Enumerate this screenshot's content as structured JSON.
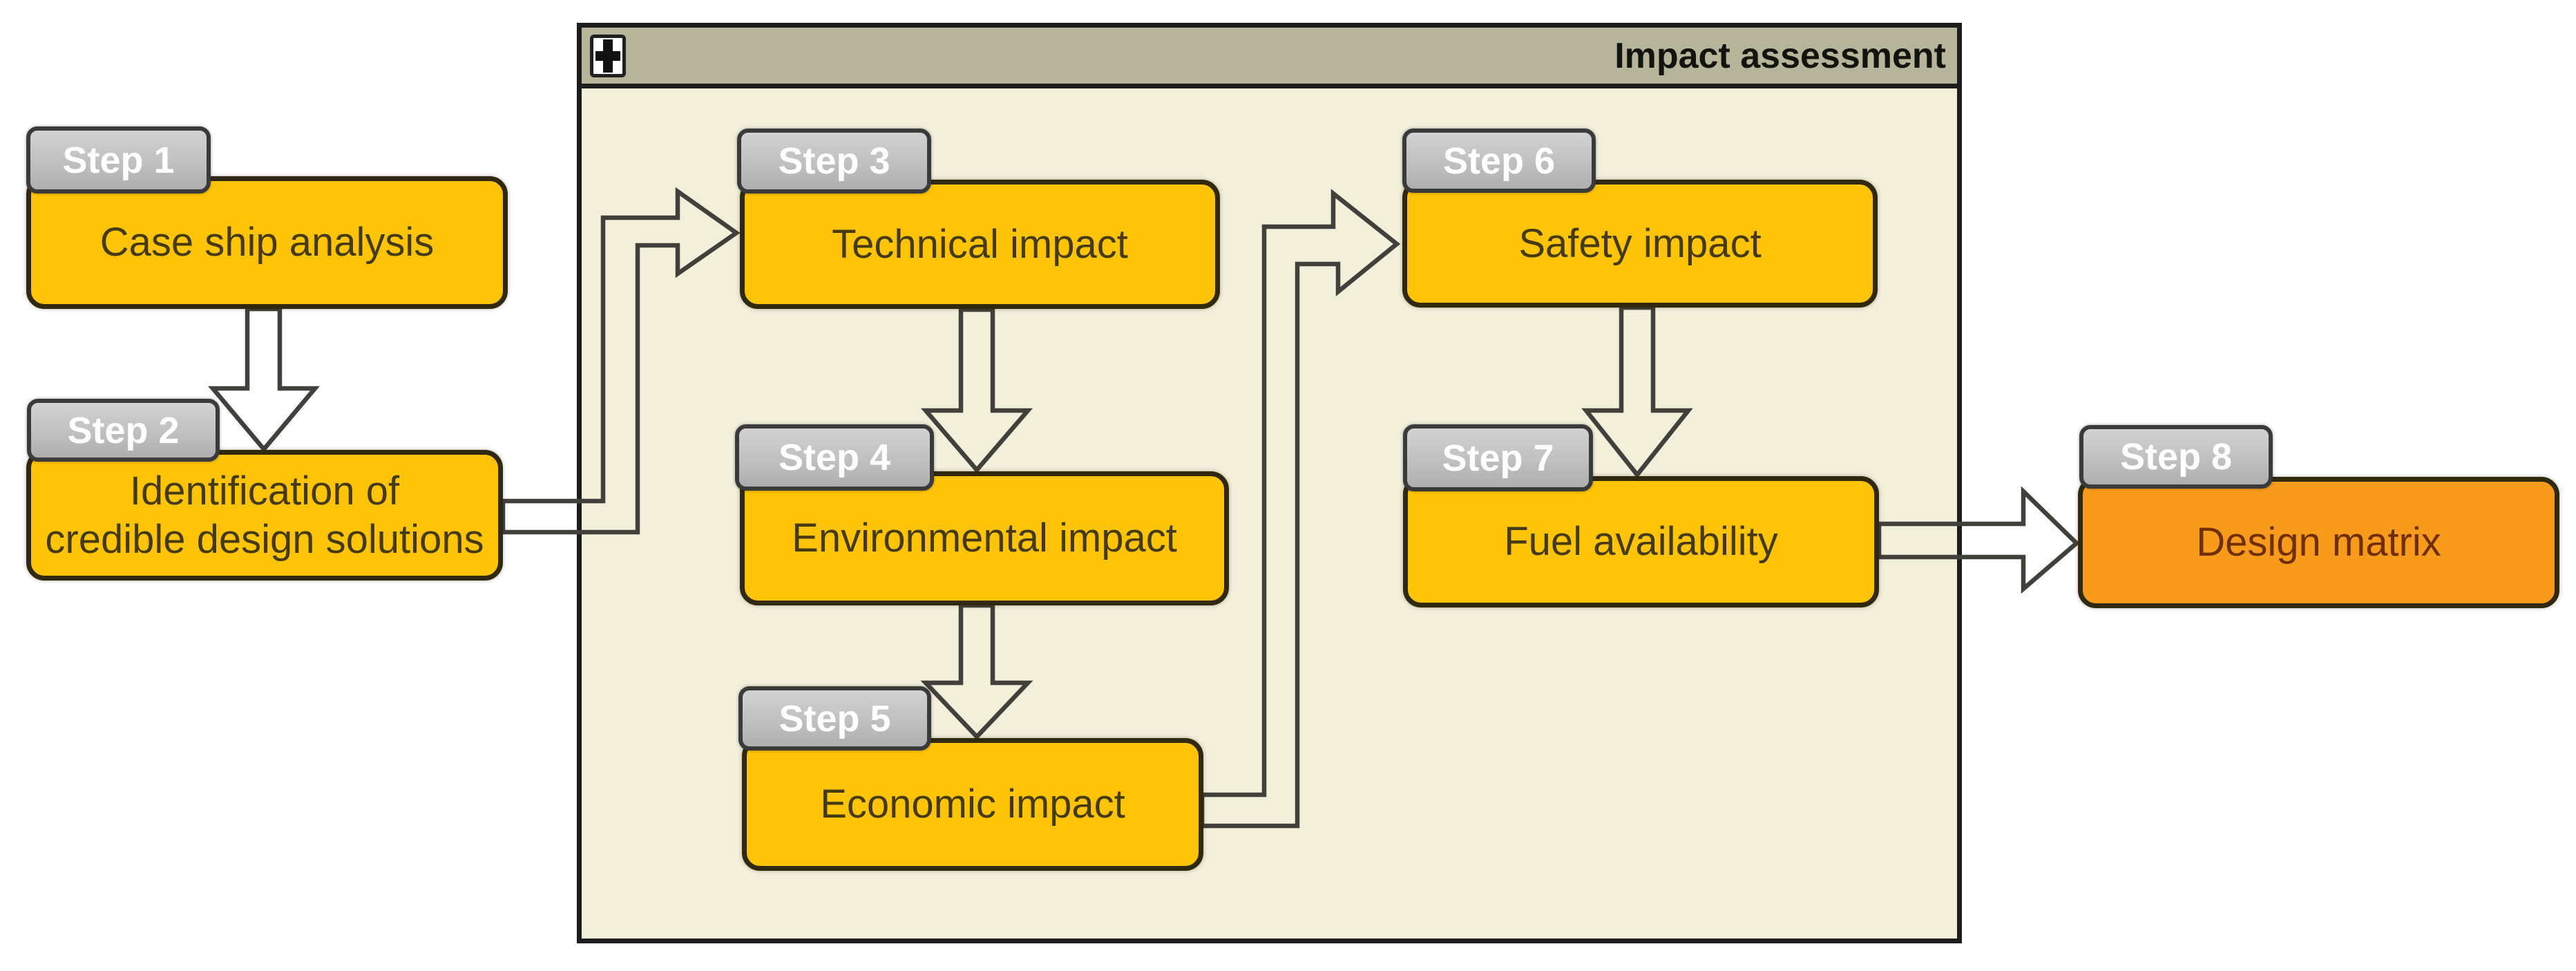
{
  "panel": {
    "title": "Impact assessment",
    "expand_icon": "plus-icon",
    "title_bar_color": "#b6b59c",
    "body_color": "#f2efdb",
    "border_color": "#1d1d1d"
  },
  "steps": [
    {
      "tag": "Step 1",
      "label": "Case ship analysis",
      "fill": "#ffc407",
      "text_color": "#463a10",
      "inside_panel": false
    },
    {
      "tag": "Step 2",
      "label": "Identification of\ncredible design solutions",
      "fill": "#ffc407",
      "text_color": "#463a10",
      "inside_panel": false
    },
    {
      "tag": "Step 3",
      "label": "Technical impact",
      "fill": "#ffc407",
      "text_color": "#463a10",
      "inside_panel": true
    },
    {
      "tag": "Step 4",
      "label": "Environmental impact",
      "fill": "#ffc407",
      "text_color": "#463a10",
      "inside_panel": true
    },
    {
      "tag": "Step 5",
      "label": "Economic impact",
      "fill": "#ffc407",
      "text_color": "#463a10",
      "inside_panel": true
    },
    {
      "tag": "Step 6",
      "label": "Safety impact",
      "fill": "#ffc407",
      "text_color": "#463a10",
      "inside_panel": true
    },
    {
      "tag": "Step 7",
      "label": "Fuel availability",
      "fill": "#ffc407",
      "text_color": "#463a10",
      "inside_panel": true
    },
    {
      "tag": "Step 8",
      "label": "Design matrix",
      "fill": "#f89b1d",
      "text_color": "#702f05",
      "inside_panel": false
    }
  ],
  "connectors": [
    {
      "from": "Step 1",
      "to": "Step 2",
      "shape": "block-arrow-down"
    },
    {
      "from": "Step 2",
      "to": "Step 3",
      "shape": "block-arrow-right-up-right"
    },
    {
      "from": "Step 3",
      "to": "Step 4",
      "shape": "block-arrow-down"
    },
    {
      "from": "Step 4",
      "to": "Step 5",
      "shape": "block-arrow-down"
    },
    {
      "from": "Step 5",
      "to": "Step 6",
      "shape": "block-arrow-right-up-right"
    },
    {
      "from": "Step 6",
      "to": "Step 7",
      "shape": "block-arrow-down"
    },
    {
      "from": "Step 7",
      "to": "Step 8",
      "shape": "block-arrow-right"
    }
  ],
  "colors": {
    "step_fill_yellow": "#ffc407",
    "step_fill_orange": "#f89b1d",
    "step_border": "#30290f",
    "step_text": "#463a10",
    "step8_text": "#702f05",
    "tab_fill": "#c2c2c2",
    "tab_border": "#3a3a3a",
    "tab_text": "#ffffff",
    "connector_stroke": "#42403a"
  }
}
